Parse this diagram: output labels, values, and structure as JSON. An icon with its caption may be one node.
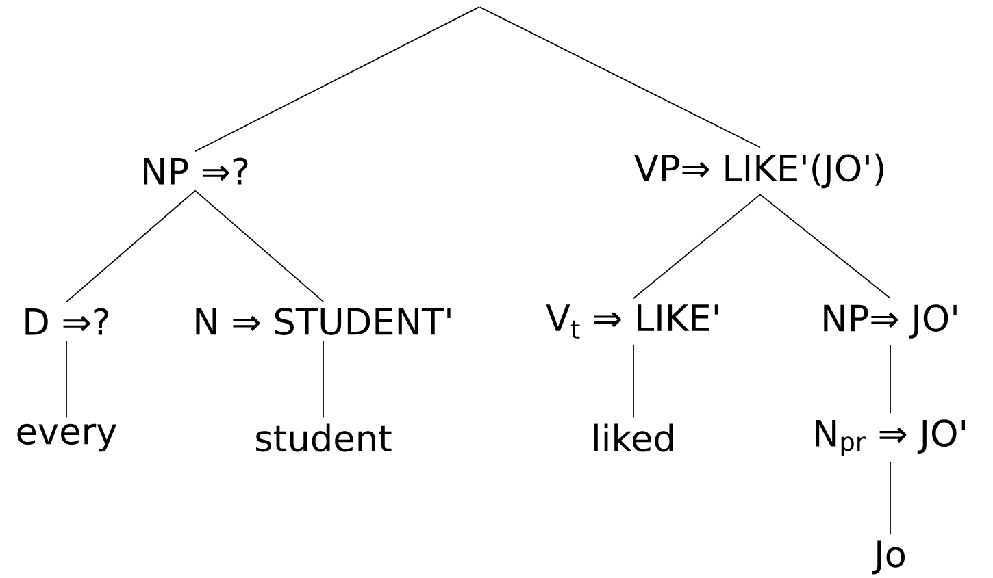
{
  "diagram": {
    "nodes": [
      {
        "text": [],
        "shape": "point"
      },
      {
        "text": [
          "NP ⇒?"
        ]
      },
      {
        "text": [
          "VP⇒ LIKE'(JO')"
        ]
      },
      {
        "text": [
          "D ⇒?"
        ]
      },
      {
        "text": [
          "N ⇒ STUDENT'"
        ]
      },
      {
        "text": [
          "V$_{t}$ ⇒ LIKE'"
        ]
      },
      {
        "text": [
          "NP⇒ JO'"
        ]
      },
      {
        "text": [
          "every"
        ]
      },
      {
        "text": [
          "student"
        ]
      },
      {
        "text": [
          "liked"
        ]
      },
      {
        "text": [
          "N$_{pr}$ ⇒ JO'"
        ]
      },
      {
        "text": [
          "Jo"
        ]
      }
    ],
    "edges": [
      {
        "from": 0,
        "to": 1,
        "arrow": "none"
      },
      {
        "from": 0,
        "to": 2,
        "arrow": "none"
      },
      {
        "from": 1,
        "to": 3,
        "arrow": "none"
      },
      {
        "from": 1,
        "to": 4,
        "arrow": "none"
      },
      {
        "from": 2,
        "to": 5,
        "arrow": "none"
      },
      {
        "from": 2,
        "to": 6,
        "arrow": "none"
      },
      {
        "from": 3,
        "to": 7,
        "arrow": "none"
      },
      {
        "from": 4,
        "to": 8,
        "arrow": "none"
      },
      {
        "from": 5,
        "to": 9,
        "arrow": "none"
      },
      {
        "from": 6,
        "to": 10,
        "arrow": "none"
      },
      {
        "from": 10,
        "to": 11,
        "arrow": "none"
      }
    ]
  }
}
